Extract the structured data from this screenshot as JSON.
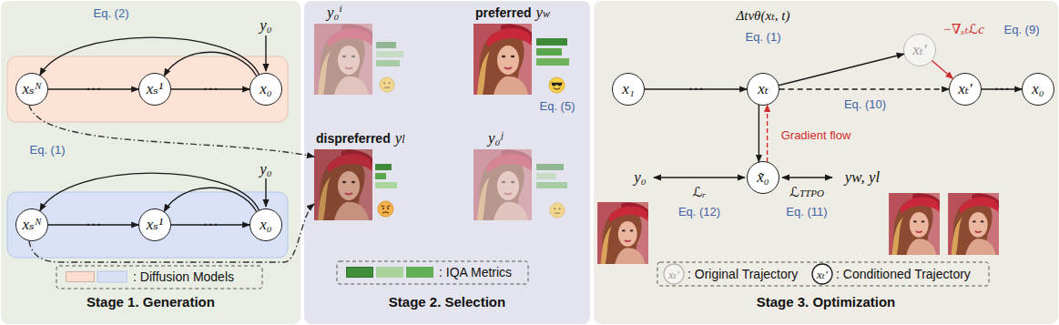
{
  "diagram": {
    "nodes": [
      {
        "text": [
          "Stage 1. Generation"
        ]
      },
      {
        "text": [
          "Stage 2. Selection"
        ]
      },
      {
        "text": [
          "Stage 3. Optimization"
        ]
      },
      {
        "text": [
          "xₛᴺ"
        ],
        "in": 0
      },
      {
        "text": [
          "xₛ¹"
        ],
        "in": 0
      },
      {
        "text": [
          "x₀"
        ],
        "in": 0
      },
      {
        "text": [
          "xₛᴺ"
        ],
        "in": 0
      },
      {
        "text": [
          "xₛ¹"
        ],
        "in": 0
      },
      {
        "text": [
          "x₀"
        ],
        "in": 0
      },
      {
        "text": [
          "y₀ⁱ"
        ],
        "in": 1
      },
      {
        "text": [
          "preferred",
          "yw"
        ],
        "in": 1
      },
      {
        "text": [
          "dispreferred",
          "yl"
        ],
        "in": 1
      },
      {
        "text": [
          "y₀ʲ"
        ],
        "in": 1
      },
      {
        "text": [
          "x₁"
        ],
        "in": 2
      },
      {
        "text": [
          "xₜ"
        ],
        "in": 2
      },
      {
        "text": [
          "xₜ′"
        ],
        "in": 2
      },
      {
        "text": [
          "xₜ′"
        ],
        "in": 2
      },
      {
        "text": [
          "x₀"
        ],
        "in": 2
      },
      {
        "text": [
          "x̃₀"
        ],
        "in": 2
      }
    ],
    "edges": [
      {
        "from": 3,
        "to": 4,
        "label": "⋯",
        "arrow": "to"
      },
      {
        "from": 4,
        "to": 5,
        "label": "⋯",
        "arrow": "to"
      },
      {
        "from": 5,
        "to": 3,
        "arrow": "to"
      },
      {
        "from": 5,
        "to": 4,
        "arrow": "to"
      },
      {
        "from": 6,
        "to": 7,
        "label": "⋯",
        "arrow": "to"
      },
      {
        "from": 7,
        "to": 8,
        "label": "⋯",
        "arrow": "to"
      },
      {
        "from": 8,
        "to": 6,
        "arrow": "to"
      },
      {
        "from": 8,
        "to": 7,
        "arrow": "to"
      },
      {
        "from": 3,
        "to": 11,
        "arrow": "to"
      },
      {
        "from": 6,
        "to": 11,
        "arrow": "to"
      },
      {
        "from": 13,
        "to": 14,
        "label": "⋯",
        "arrow": "to"
      },
      {
        "from": 14,
        "to": 15,
        "arrow": "to"
      },
      {
        "from": 15,
        "to": 16,
        "arrow": "to"
      },
      {
        "from": 14,
        "to": 16,
        "arrow": "to"
      },
      {
        "from": 16,
        "to": 17,
        "label": "⋯",
        "arrow": "to"
      },
      {
        "from": 14,
        "to": 18,
        "arrow": "to"
      },
      {
        "from": 18,
        "to": 14,
        "arrow": "to"
      }
    ],
    "labels": [
      "y₀",
      "Eq. (2)",
      "y₀",
      "Eq. (1)",
      "Eq. (5)",
      "Δtvθ(xₜ, t)",
      "Eq. (1)",
      "−∇ₓₜℒc",
      "Eq. (9)",
      "Eq. (10)",
      "Gradient flow",
      "y₀",
      "ℒᵣ",
      "Eq. (12)",
      "ℒTTPO",
      "Eq. (11)",
      "yw, yl",
      "xₜ′",
      "xₜ′"
    ],
    "legend": [
      {
        "text": ": Diffusion Models",
        "color": "#fbdcce"
      },
      {
        "text": ": IQA Metrics",
        "color": "#3f8f3a"
      },
      {
        "text": ": Original Trajectory"
      },
      {
        "text": ": Conditioned Trajectory"
      }
    ]
  }
}
